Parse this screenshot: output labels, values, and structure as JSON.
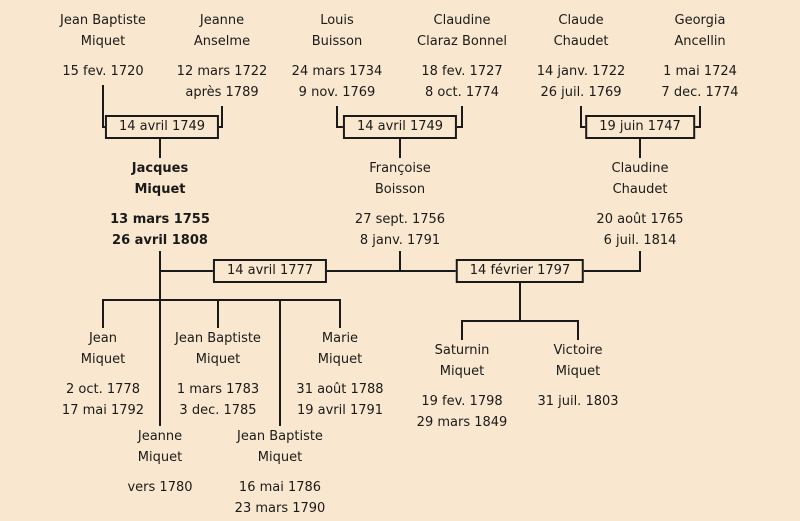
{
  "page": {
    "colors": {
      "background": "#f9e8cf",
      "line": "#1a1a1a",
      "text": "#1a1a1a"
    },
    "type": "genealogy-family-tree"
  },
  "people": [
    {
      "name": [
        "Jean Baptiste",
        "Miquet"
      ],
      "dates": [
        "15 fev. 1720"
      ]
    },
    {
      "name": [
        "Jeanne",
        "Anselme"
      ],
      "dates": [
        "12 mars 1722",
        "après 1789"
      ]
    },
    {
      "name": [
        "Louis",
        "Buisson"
      ],
      "dates": [
        "24 mars 1734",
        "9 nov. 1769"
      ]
    },
    {
      "name": [
        "Claudine",
        "Claraz Bonnel"
      ],
      "dates": [
        "18 fev. 1727",
        "8 oct. 1774"
      ]
    },
    {
      "name": [
        "Claude",
        "Chaudet"
      ],
      "dates": [
        "14 janv. 1722",
        "26 juil. 1769"
      ]
    },
    {
      "name": [
        "Georgia",
        "Ancellin"
      ],
      "dates": [
        "1 mai 1724",
        "7 dec. 1774"
      ]
    },
    {
      "name": [
        "Jacques",
        "Miquet"
      ],
      "dates": [
        "13 mars 1755",
        "26 avril 1808"
      ],
      "emphasis": true
    },
    {
      "name": [
        "Françoise",
        "Boisson"
      ],
      "dates": [
        "27 sept. 1756",
        "8 janv. 1791"
      ]
    },
    {
      "name": [
        "Claudine",
        "Chaudet"
      ],
      "dates": [
        "20 août 1765",
        "6 juil. 1814"
      ]
    },
    {
      "name": [
        "Jean",
        "Miquet"
      ],
      "dates": [
        "2 oct. 1778",
        "17 mai 1792"
      ]
    },
    {
      "name": [
        "Jean Baptiste",
        "Miquet"
      ],
      "dates": [
        "1 mars 1783",
        "3 dec. 1785"
      ]
    },
    {
      "name": [
        "Marie",
        "Miquet"
      ],
      "dates": [
        "31 août 1788",
        "19 avril 1791"
      ]
    },
    {
      "name": [
        "Saturnin",
        "Miquet"
      ],
      "dates": [
        "19 fev. 1798",
        "29 mars 1849"
      ]
    },
    {
      "name": [
        "Victoire",
        "Miquet"
      ],
      "dates": [
        "31 juil. 1803"
      ]
    },
    {
      "name": [
        "Jeanne",
        "Miquet"
      ],
      "dates": [
        "vers 1780"
      ]
    },
    {
      "name": [
        "Jean Baptiste",
        "Miquet"
      ],
      "dates": [
        "16 mai 1786",
        "23 mars 1790"
      ]
    }
  ],
  "marriages": [
    {
      "label": "14 avril 1749"
    },
    {
      "label": "14 avril 1749"
    },
    {
      "label": "19 juin 1747"
    },
    {
      "label": "14 avril 1777"
    },
    {
      "label": "14 février 1797"
    }
  ]
}
